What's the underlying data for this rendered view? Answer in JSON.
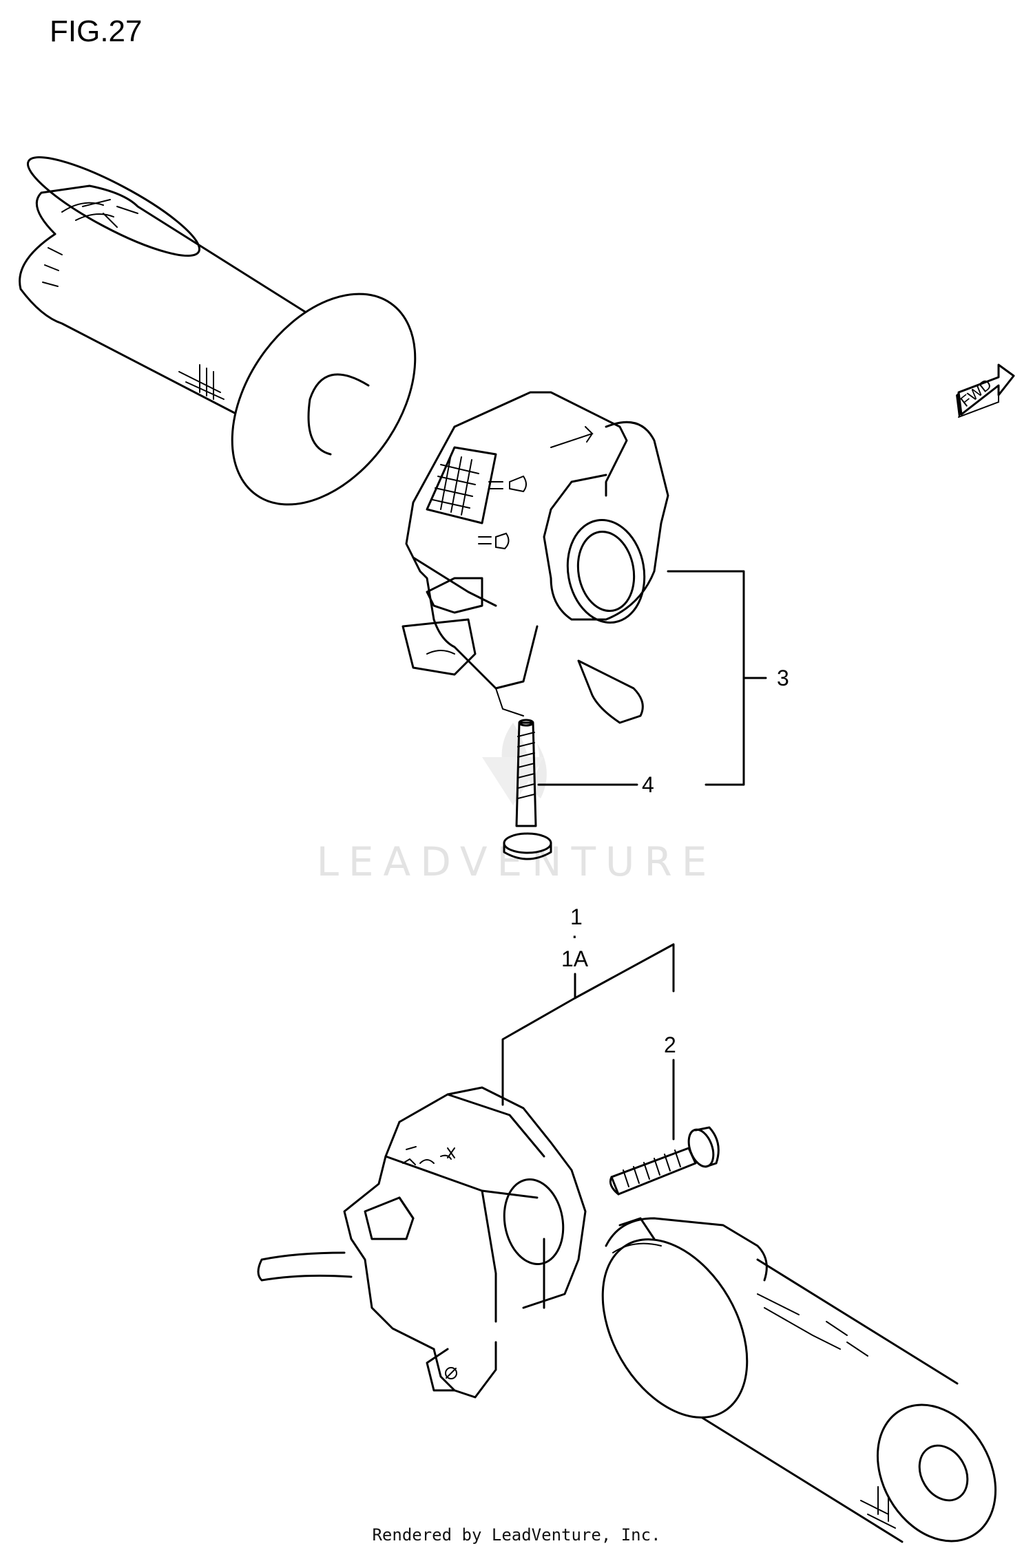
{
  "figure": {
    "title": "FIG.27"
  },
  "callouts": {
    "part_1": "1",
    "dot": "·",
    "part_1a": "1A",
    "part_2": "2",
    "part_3": "3",
    "part_4": "4"
  },
  "fwd_arrow": {
    "label": "FWD"
  },
  "watermark": {
    "text": "LEADVENTURE"
  },
  "footer": {
    "text": "Rendered by LeadVenture, Inc."
  }
}
